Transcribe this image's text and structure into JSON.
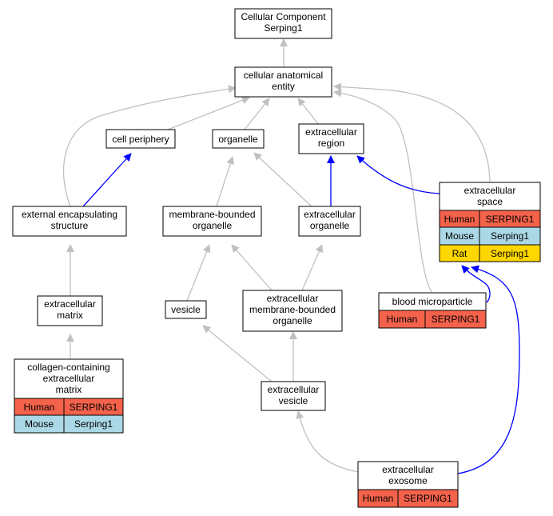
{
  "root": {
    "line1": "Cellular Component",
    "line2": "Serping1"
  },
  "terms": {
    "cellular_anatomical_entity": [
      "cellular anatomical",
      "entity"
    ],
    "cell_periphery": [
      "cell periphery"
    ],
    "organelle": [
      "organelle"
    ],
    "extracellular_region": [
      "extracellular",
      "region"
    ],
    "extracellular_space": [
      "extracellular",
      "space"
    ],
    "external_encapsulating_structure": [
      "external encapsulating",
      "structure"
    ],
    "membrane_bounded_organelle": [
      "membrane-bounded",
      "organelle"
    ],
    "extracellular_organelle": [
      "extracellular",
      "organelle"
    ],
    "extracellular_matrix": [
      "extracellular",
      "matrix"
    ],
    "vesicle": [
      "vesicle"
    ],
    "extracellular_membrane_bounded_organelle": [
      "extracellular",
      "membrane-bounded",
      "organelle"
    ],
    "blood_microparticle": [
      "blood microparticle"
    ],
    "collagen_containing_extracellular_matrix": [
      "collagen-containing",
      "extracellular",
      "matrix"
    ],
    "extracellular_vesicle": [
      "extracellular",
      "vesicle"
    ],
    "extracellular_exosome": [
      "extracellular",
      "exosome"
    ]
  },
  "annotations": {
    "extracellular_space": [
      {
        "species": "Human",
        "gene": "SERPING1"
      },
      {
        "species": "Mouse",
        "gene": "Serping1"
      },
      {
        "species": "Rat",
        "gene": "Serping1"
      }
    ],
    "blood_microparticle": [
      {
        "species": "Human",
        "gene": "SERPING1"
      }
    ],
    "collagen_containing_extracellular_matrix": [
      {
        "species": "Human",
        "gene": "SERPING1"
      },
      {
        "species": "Mouse",
        "gene": "Serping1"
      }
    ],
    "extracellular_exosome": [
      {
        "species": "Human",
        "gene": "SERPING1"
      }
    ]
  },
  "species_colors": {
    "Human": "#f4624b",
    "Mouse": "#abd8e6",
    "Rat": "#ffd700"
  },
  "edge_colors": {
    "is_a": "#c0c0c0",
    "part_of": "#0000ff"
  }
}
